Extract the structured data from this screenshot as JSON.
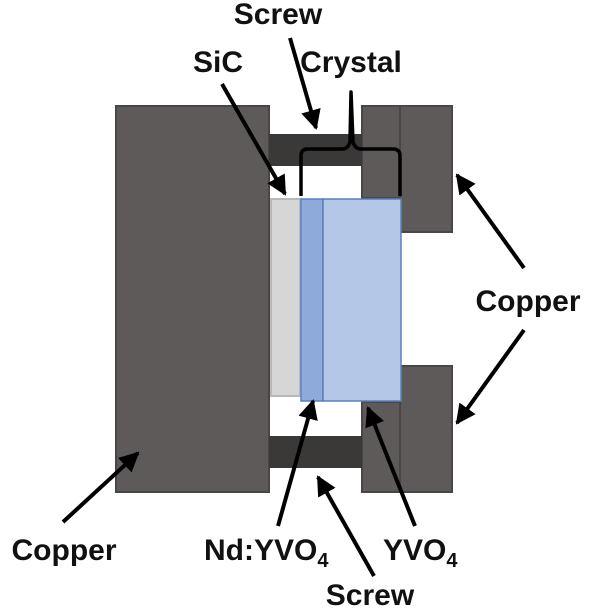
{
  "labels": {
    "screw_top": "Screw",
    "sic": "SiC",
    "crystal": "Crystal",
    "copper_right": "Copper",
    "copper_left": "Copper",
    "ndyvo4_main": "Nd:YVO",
    "ndyvo4_sub": "4",
    "yvo4_main": "YVO",
    "yvo4_sub": "4",
    "screw_bottom": "Screw"
  },
  "colors": {
    "copper": "#5f5a5a",
    "copper_edge": "#4a4646",
    "screw": "#3b3838",
    "sic": "#d6d6d6",
    "ndyvo4": "#8eaadb",
    "yvo4": "#b4c7e7",
    "crystal_edge": "#5b7fbf",
    "arrow": "#000000"
  }
}
